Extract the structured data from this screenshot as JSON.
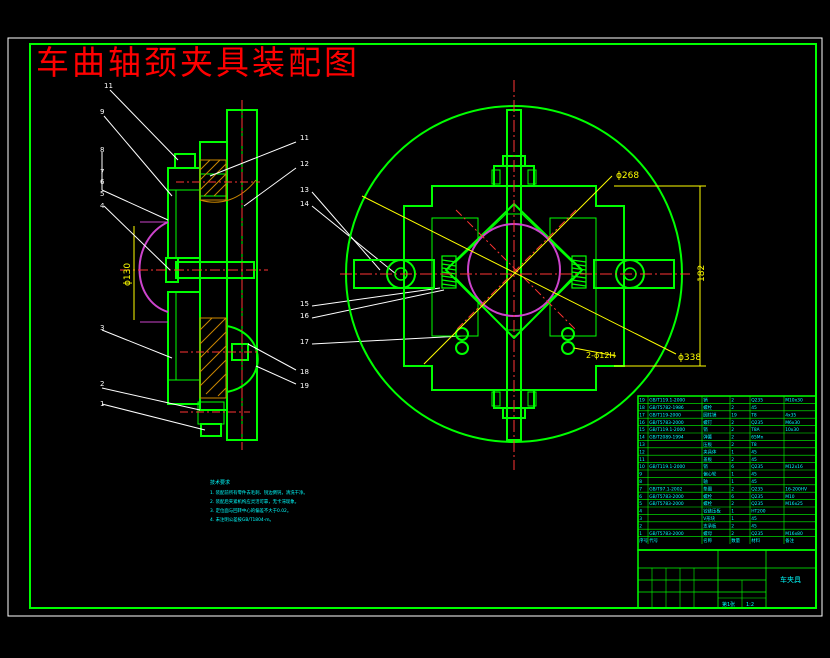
{
  "drawing": {
    "title": "车曲轴颈夹具装配图",
    "palette": {
      "background": "#000000",
      "frame": "#ffffff",
      "part": "#00ff00",
      "leader": "#ffffff",
      "centerline": "#ff3333",
      "dimension": "#ffff00",
      "bore": "#cc44cc",
      "hatch": "#cc8800",
      "note": "#00ffff",
      "title": "#ff0000"
    }
  },
  "side_view": {
    "balloons": [
      "11",
      "9",
      "8",
      "7",
      "6",
      "5",
      "4",
      "3",
      "2",
      "1"
    ],
    "balloons_right": [
      "11",
      "12",
      "13",
      "14",
      "15",
      "16",
      "17",
      "18",
      "19"
    ],
    "dimension_bore": "ϕ130"
  },
  "front_view": {
    "dimensions": {
      "outer_diameter": "ϕ338",
      "pitch_circle": "ϕ268",
      "height": "182",
      "holes": "2-ϕ12H"
    }
  },
  "notes": {
    "heading": "技术要求",
    "lines": [
      "1. 装配前所有零件去毛刺、锐边倒钝，清洗干净。",
      "2. 装配后夹紧机构应灵活可靠，无卡滞现象。",
      "3. 定位面与回转中心的偏差不大于0.02。",
      "4. 未注明公差按GB/T1804-m。"
    ]
  },
  "bom": {
    "rows": [
      {
        "no": "19",
        "code": "GB/T119.1-2000",
        "name": "销",
        "qty": "2",
        "material": "Q235",
        "note": "M10x30"
      },
      {
        "no": "18",
        "code": "GB/T5782-1986",
        "name": "螺栓",
        "qty": "2",
        "material": "45",
        "note": ""
      },
      {
        "no": "17",
        "code": "GB/T119-2000",
        "name": "圆柱销",
        "qty": "19",
        "material": "T8",
        "note": "4x35"
      },
      {
        "no": "16",
        "code": "GB/T5783-2000",
        "name": "螺钉",
        "qty": "2",
        "material": "Q235",
        "note": "M6x30"
      },
      {
        "no": "15",
        "code": "GB/T119.1-2000",
        "name": "销",
        "qty": "2",
        "material": "T8A",
        "note": "10x30"
      },
      {
        "no": "14",
        "code": "GB/T2089-1994",
        "name": "弹簧",
        "qty": "2",
        "material": "65Mn",
        "note": ""
      },
      {
        "no": "13",
        "code": "",
        "name": "压板",
        "qty": "2",
        "material": "T8",
        "note": ""
      },
      {
        "no": "12",
        "code": "",
        "name": "夹具体",
        "qty": "1",
        "material": "45",
        "note": ""
      },
      {
        "no": "11",
        "code": "",
        "name": "盖板",
        "qty": "2",
        "material": "45",
        "note": ""
      },
      {
        "no": "10",
        "code": "GB/T119.1-2000",
        "name": "销",
        "qty": "6",
        "material": "Q235",
        "note": "M12x16"
      },
      {
        "no": "9",
        "code": "",
        "name": "偏心轮",
        "qty": "1",
        "material": "45",
        "note": ""
      },
      {
        "no": "8",
        "code": "",
        "name": "轴",
        "qty": "1",
        "material": "45",
        "note": ""
      },
      {
        "no": "7",
        "code": "GB/T97.1-2002",
        "name": "垫圈",
        "qty": "2",
        "material": "Q235",
        "note": "16-200HV"
      },
      {
        "no": "6",
        "code": "GB/T5783-2000",
        "name": "螺栓",
        "qty": "6",
        "material": "Q235",
        "note": "M10"
      },
      {
        "no": "5",
        "code": "GB/T5783-2000",
        "name": "螺栓",
        "qty": "2",
        "material": "Q235",
        "note": "M16x25"
      },
      {
        "no": "4",
        "code": "",
        "name": "铰链压板",
        "qty": "1",
        "material": "HT200",
        "note": ""
      },
      {
        "no": "3",
        "code": "",
        "name": "V形块",
        "qty": "1",
        "material": "45",
        "note": ""
      },
      {
        "no": "2",
        "code": "",
        "name": "支承板",
        "qty": "2",
        "material": "45",
        "note": ""
      },
      {
        "no": "1",
        "code": "GB/T5783-2000",
        "name": "螺母",
        "qty": "2",
        "material": "Q235",
        "note": "M16x80"
      }
    ],
    "header": {
      "no": "序号",
      "code": "代号",
      "name": "名称",
      "qty": "数量",
      "material": "材料",
      "note": "备注"
    }
  },
  "title_block": {
    "drawing_name": "车夹具",
    "scale": "1:2",
    "sheet": "第1张"
  }
}
